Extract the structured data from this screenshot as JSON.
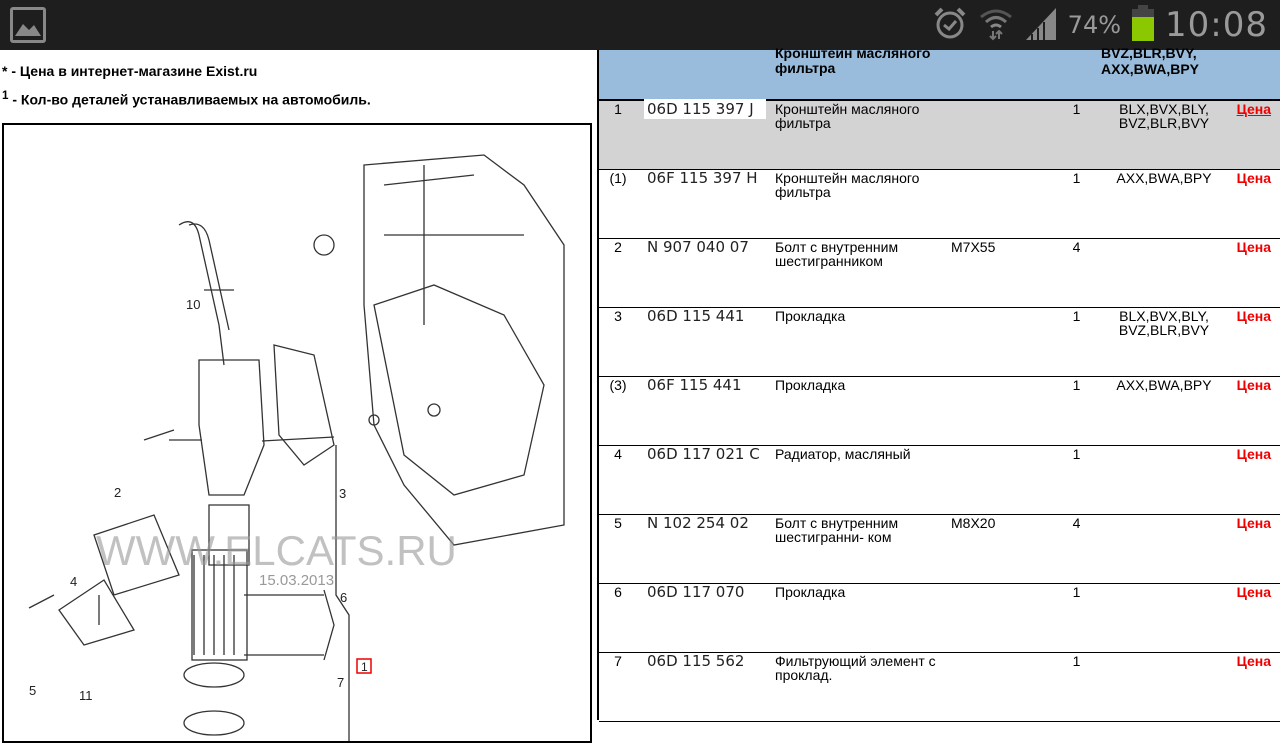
{
  "statusbar": {
    "battery_percent": "74%",
    "battery_level": 74,
    "time": "10:08",
    "battery_color": "#8cc800"
  },
  "notes": {
    "price_note": "* - Цена в интернет-магазине Exist.ru",
    "qty_sup": "1",
    "qty_note": " - Кол-во деталей устанавливаемых на автомобиль."
  },
  "diagram": {
    "watermark": "WWW.ELCATS.RU",
    "date": "15.03.2013",
    "labels": [
      "10",
      "2",
      "3",
      "4",
      "5",
      "11",
      "6",
      "7",
      "1"
    ]
  },
  "table": {
    "header": {
      "name": "Кронштеин масляного фильтра",
      "engines_line1": "BVZ,BLR,BVY,",
      "engines_line2": "AXX,BWA,BPY"
    },
    "rows": [
      {
        "num": "1",
        "part": "06D 115 397 J",
        "name": "Кронштейн масляного фильтра",
        "spec": "",
        "qty": "1",
        "engines": "BLX,BVX,BLY, BVZ,BLR,BVY",
        "price": "Цена"
      },
      {
        "num": "(1)",
        "part": "06F 115 397 H",
        "name": "Кронштейн масляного фильтра",
        "spec": "",
        "qty": "1",
        "engines": "AXX,BWA,BPY",
        "price": "Цена"
      },
      {
        "num": "2",
        "part": "N    907 040 07",
        "name": "Болт с внутренним шестигранником",
        "spec": "M7X55",
        "qty": "4",
        "engines": "",
        "price": "Цена"
      },
      {
        "num": "3",
        "part": "06D 115 441",
        "name": "Прокладка",
        "spec": "",
        "qty": "1",
        "engines": "BLX,BVX,BLY, BVZ,BLR,BVY",
        "price": "Цена"
      },
      {
        "num": "(3)",
        "part": "06F 115 441",
        "name": "Прокладка",
        "spec": "",
        "qty": "1",
        "engines": "AXX,BWA,BPY",
        "price": "Цена"
      },
      {
        "num": "4",
        "part": "06D 117 021 C",
        "name": "Радиатор, масляный",
        "spec": "",
        "qty": "1",
        "engines": "",
        "price": "Цена"
      },
      {
        "num": "5",
        "part": "N    102 254 02",
        "name": "Болт с внутренним шестигранни- ком",
        "spec": "M8X20",
        "qty": "4",
        "engines": "",
        "price": "Цена"
      },
      {
        "num": "6",
        "part": "06D 117 070",
        "name": "Прокладка",
        "spec": "",
        "qty": "1",
        "engines": "",
        "price": "Цена"
      },
      {
        "num": "7",
        "part": "06D 115 562",
        "name": "Фильтрующий элемент с проклад.",
        "spec": "",
        "qty": "1",
        "engines": "",
        "price": "Цена"
      }
    ]
  }
}
